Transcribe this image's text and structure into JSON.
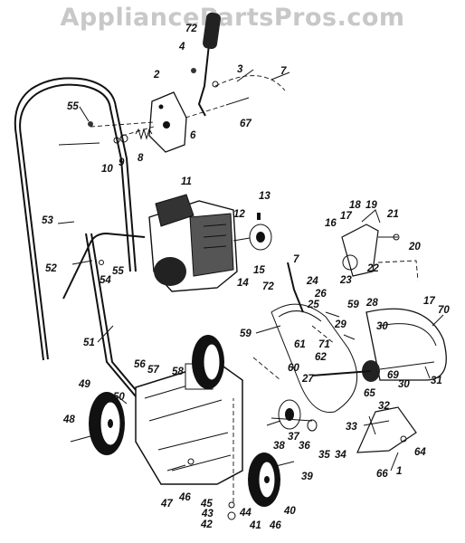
{
  "watermark": "AppliancePartsPros.com",
  "part_labels": [
    {
      "id": "l72a",
      "text": "72"
    },
    {
      "id": "l4",
      "text": "4"
    },
    {
      "id": "l3",
      "text": "3"
    },
    {
      "id": "l7a",
      "text": "7"
    },
    {
      "id": "l2",
      "text": "2"
    },
    {
      "id": "l55a",
      "text": "55"
    },
    {
      "id": "l6",
      "text": "6"
    },
    {
      "id": "l67",
      "text": "67"
    },
    {
      "id": "l10",
      "text": "10"
    },
    {
      "id": "l9",
      "text": "9"
    },
    {
      "id": "l8",
      "text": "8"
    },
    {
      "id": "l11",
      "text": "11"
    },
    {
      "id": "l13",
      "text": "13"
    },
    {
      "id": "l53",
      "text": "53"
    },
    {
      "id": "l12",
      "text": "12"
    },
    {
      "id": "l15",
      "text": "15"
    },
    {
      "id": "l14",
      "text": "14"
    },
    {
      "id": "l18",
      "text": "18"
    },
    {
      "id": "l19",
      "text": "19"
    },
    {
      "id": "l17a",
      "text": "17"
    },
    {
      "id": "l16",
      "text": "16"
    },
    {
      "id": "l21",
      "text": "21"
    },
    {
      "id": "l20",
      "text": "20"
    },
    {
      "id": "l22",
      "text": "22"
    },
    {
      "id": "l23",
      "text": "23"
    },
    {
      "id": "l52",
      "text": "52"
    },
    {
      "id": "l55b",
      "text": "55"
    },
    {
      "id": "l54",
      "text": "54"
    },
    {
      "id": "l7b",
      "text": "7"
    },
    {
      "id": "l24",
      "text": "24"
    },
    {
      "id": "l72b",
      "text": "72"
    },
    {
      "id": "l26",
      "text": "26"
    },
    {
      "id": "l25",
      "text": "25"
    },
    {
      "id": "l59a",
      "text": "59"
    },
    {
      "id": "l28",
      "text": "28"
    },
    {
      "id": "l17b",
      "text": "17"
    },
    {
      "id": "l70",
      "text": "70"
    },
    {
      "id": "l29",
      "text": "29"
    },
    {
      "id": "l59b",
      "text": "59"
    },
    {
      "id": "l61",
      "text": "61"
    },
    {
      "id": "l71",
      "text": "71"
    },
    {
      "id": "l62",
      "text": "62"
    },
    {
      "id": "l30a",
      "text": "30"
    },
    {
      "id": "l51",
      "text": "51"
    },
    {
      "id": "l60",
      "text": "60"
    },
    {
      "id": "l69",
      "text": "69"
    },
    {
      "id": "l30b",
      "text": "30"
    },
    {
      "id": "l31",
      "text": "31"
    },
    {
      "id": "l56",
      "text": "56"
    },
    {
      "id": "l57",
      "text": "57"
    },
    {
      "id": "l58",
      "text": "58"
    },
    {
      "id": "l27",
      "text": "27"
    },
    {
      "id": "l49",
      "text": "49"
    },
    {
      "id": "l50",
      "text": "50"
    },
    {
      "id": "l65",
      "text": "65"
    },
    {
      "id": "l32",
      "text": "32"
    },
    {
      "id": "l33",
      "text": "33"
    },
    {
      "id": "l37",
      "text": "37"
    },
    {
      "id": "l38",
      "text": "38"
    },
    {
      "id": "l36",
      "text": "36"
    },
    {
      "id": "l35",
      "text": "35"
    },
    {
      "id": "l34",
      "text": "34"
    },
    {
      "id": "l48",
      "text": "48"
    },
    {
      "id": "l64",
      "text": "64"
    },
    {
      "id": "l66",
      "text": "66"
    },
    {
      "id": "l1",
      "text": "1"
    },
    {
      "id": "l39",
      "text": "39"
    },
    {
      "id": "l47",
      "text": "47"
    },
    {
      "id": "l46a",
      "text": "46"
    },
    {
      "id": "l45",
      "text": "45"
    },
    {
      "id": "l40",
      "text": "40"
    },
    {
      "id": "l43",
      "text": "43"
    },
    {
      "id": "l44",
      "text": "44"
    },
    {
      "id": "l41",
      "text": "41"
    },
    {
      "id": "l46b",
      "text": "46"
    },
    {
      "id": "l42",
      "text": "42"
    }
  ]
}
